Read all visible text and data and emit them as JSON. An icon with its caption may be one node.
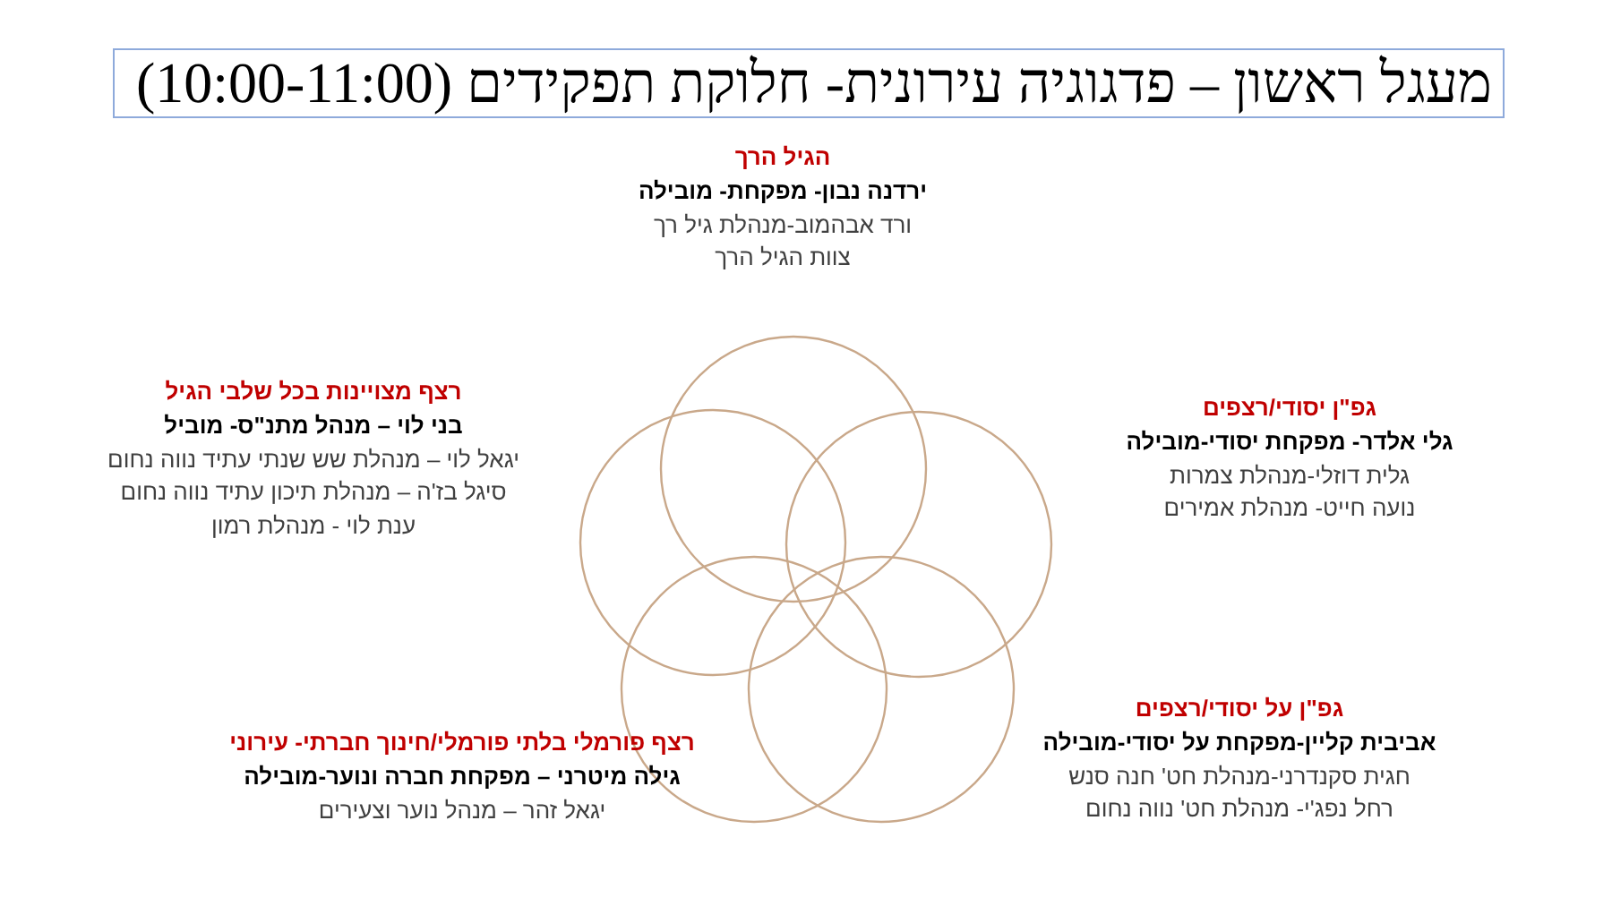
{
  "diagram": {
    "title": "מעגל ראשון – פדגוגיה עירונית- חלוקת תפקידים (10:00-11:00)",
    "nodes": [
      {
        "text": [],
        "shape": "circle",
        "beside": [
          "הגיל הרך",
          "ירדנה נבון- מפקחת- מובילה",
          "ורד אבהמוב-מנהלת גיל רך",
          "צוות הגיל הרך"
        ]
      },
      {
        "text": [],
        "shape": "circle",
        "beside": [
          "רצף מצויינות בכל שלבי הגיל",
          "בני לוי – מנהל מתנ\"ס- מוביל",
          "יגאל לוי – מנהלת שש שנתי עתיד נווה נחום",
          "סיגל בז'ה – מנהלת תיכון עתיד נווה נחום",
          "ענת לוי - מנהלת רמון"
        ]
      },
      {
        "text": [],
        "shape": "circle",
        "beside": [
          "גפ\"ן יסודי/רצפים",
          "גלי אלדר- מפקחת יסודי-מובילה",
          "גלית דוזלי-מנהלת צמרות",
          "נועה חייט- מנהלת אמירים"
        ]
      },
      {
        "text": [],
        "shape": "circle",
        "beside": [
          "רצף פורמלי בלתי פורמלי/חינוך חברתי- עירוני",
          "גילה מיטרני – מפקחת חברה ונוער-מובילה",
          "יגאל זהר – מנהל נוער וצעירים"
        ]
      },
      {
        "text": [],
        "shape": "circle",
        "beside": [
          "גפ\"ן על יסודי/רצפים",
          "אביבית קליין-מפקחת על יסודי-מובילה",
          "חגית סקנדרני-מנהלת חט' חנה סנש",
          "רחל נפג'י- מנהלת חט' נווה נחום"
        ]
      }
    ]
  }
}
